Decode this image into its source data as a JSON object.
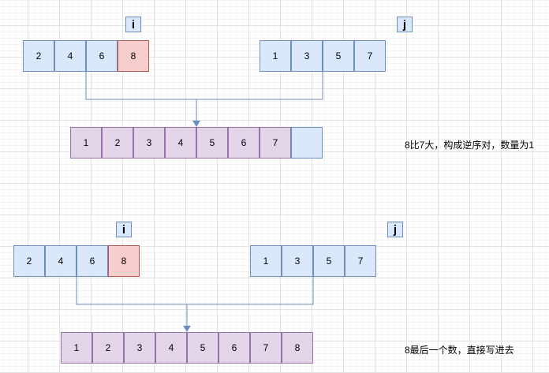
{
  "steps": [
    {
      "pointer_i": "i",
      "pointer_j": "j",
      "left": [
        "2",
        "4",
        "6",
        "8"
      ],
      "right": [
        "1",
        "3",
        "5",
        "7"
      ],
      "merged": [
        "1",
        "2",
        "3",
        "4",
        "5",
        "6",
        "7",
        ""
      ],
      "note": "8比7大，构成逆序对，数量为1"
    },
    {
      "pointer_i": "i",
      "pointer_j": "j",
      "left": [
        "2",
        "4",
        "6",
        "8"
      ],
      "right": [
        "1",
        "3",
        "5",
        "7"
      ],
      "merged": [
        "1",
        "2",
        "3",
        "4",
        "5",
        "6",
        "7",
        "8"
      ],
      "note": "8最后一个数，直接写进去"
    }
  ]
}
